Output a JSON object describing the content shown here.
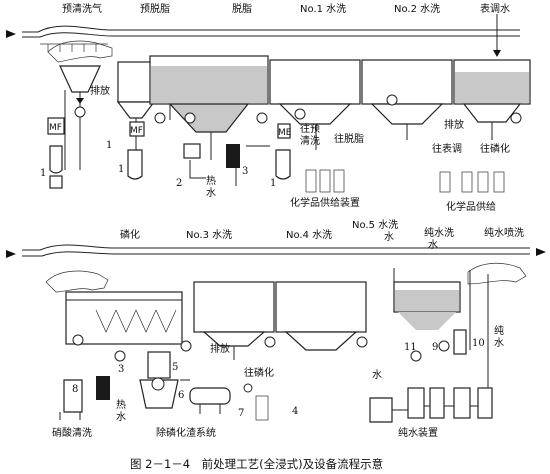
{
  "line1": {
    "labels": {
      "pre_clean": "预清洗气",
      "pre_degrease": "预脱脂",
      "degrease": "脱脂",
      "rinse1": "No.1 水洗",
      "rinse2": "No.2 水洗",
      "surface_water": "表调水",
      "discharge": "排放",
      "to_pre_rinse_a": "往预",
      "to_pre_rinse_b": "清洗",
      "to_degrease": "往脱脂",
      "hot_water_a": "热",
      "hot_water_b": "水",
      "chem_supply_1": "化学品供给装置",
      "to_surface": "往表调",
      "to_phosphate": "往磷化",
      "chem_supply_2": "化学品供给"
    },
    "equipment": {
      "mf1": "MF",
      "mf2": "MF",
      "mf3": "ME"
    },
    "numbers": {
      "n1a": "1",
      "n1b": "1",
      "n2": "2",
      "n3": "3",
      "n1c": "1",
      "n1d": "1"
    }
  },
  "line2": {
    "labels": {
      "phosphate": "磷化",
      "rinse3": "No.3 水洗",
      "rinse4": "No.4 水洗",
      "rinse5": "No.5 水洗",
      "water": "水",
      "pure_wash": "纯水洗",
      "pure_spray": "纯水喷洗",
      "discharge": "排放",
      "to_phosphate": "往磷化",
      "hot_water_a": "热",
      "hot_water_b": "水",
      "pure_water_a": "纯",
      "pure_water_b": "水",
      "water_in": "水",
      "nitric_clean": "硝酸清洗",
      "sludge_system": "除磷化渣系统",
      "pure_plant": "纯水装置"
    },
    "numbers": {
      "n8": "8",
      "n3": "3",
      "n5": "5",
      "n6": "6",
      "n7": "7",
      "n4": "4",
      "n11": "11",
      "n9": "9",
      "n10": "10"
    }
  },
  "caption": "图 2－1－4　前处理工艺(全浸式)及设备流程示意"
}
